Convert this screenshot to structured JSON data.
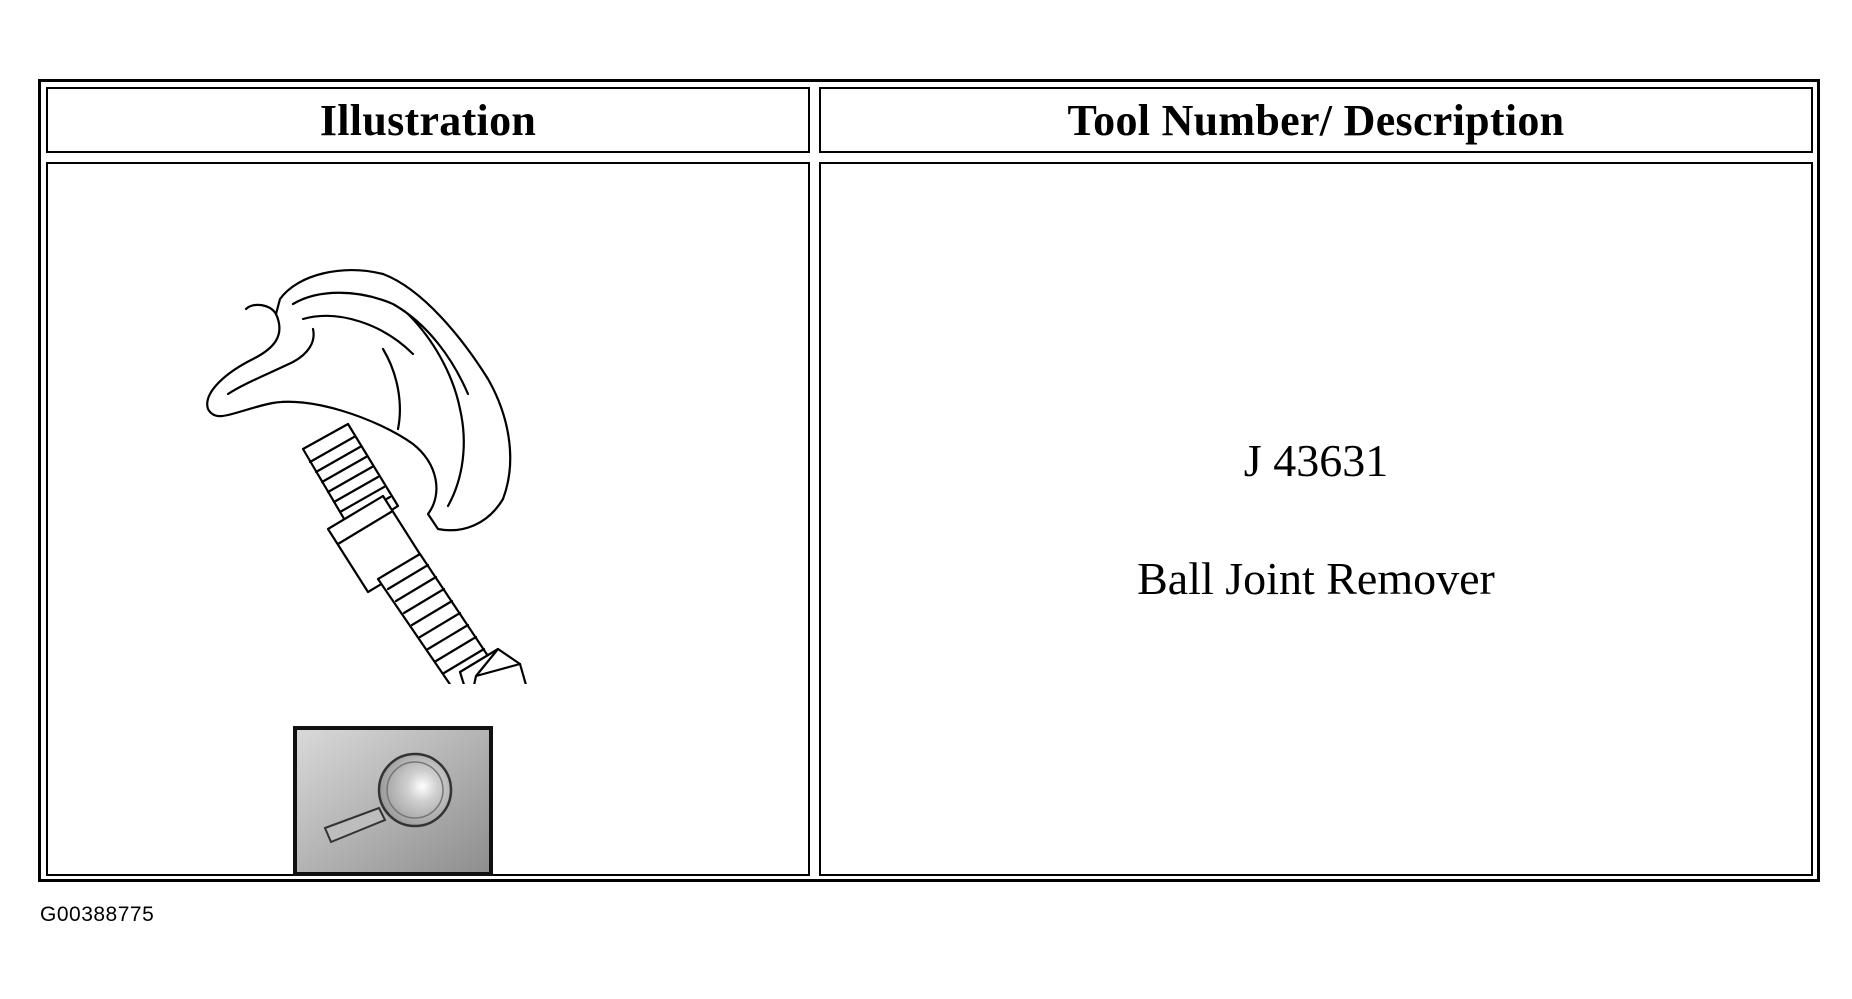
{
  "table": {
    "header": {
      "illustration": "Illustration",
      "tool": "Tool Number/ Description"
    },
    "row": {
      "tool_number": "J 43631",
      "description": "Ball Joint Remover",
      "drawing_icon": "ball-joint-remover-drawing",
      "lookup_icon": "magnifier-icon"
    }
  },
  "figure_id": "G00388775"
}
